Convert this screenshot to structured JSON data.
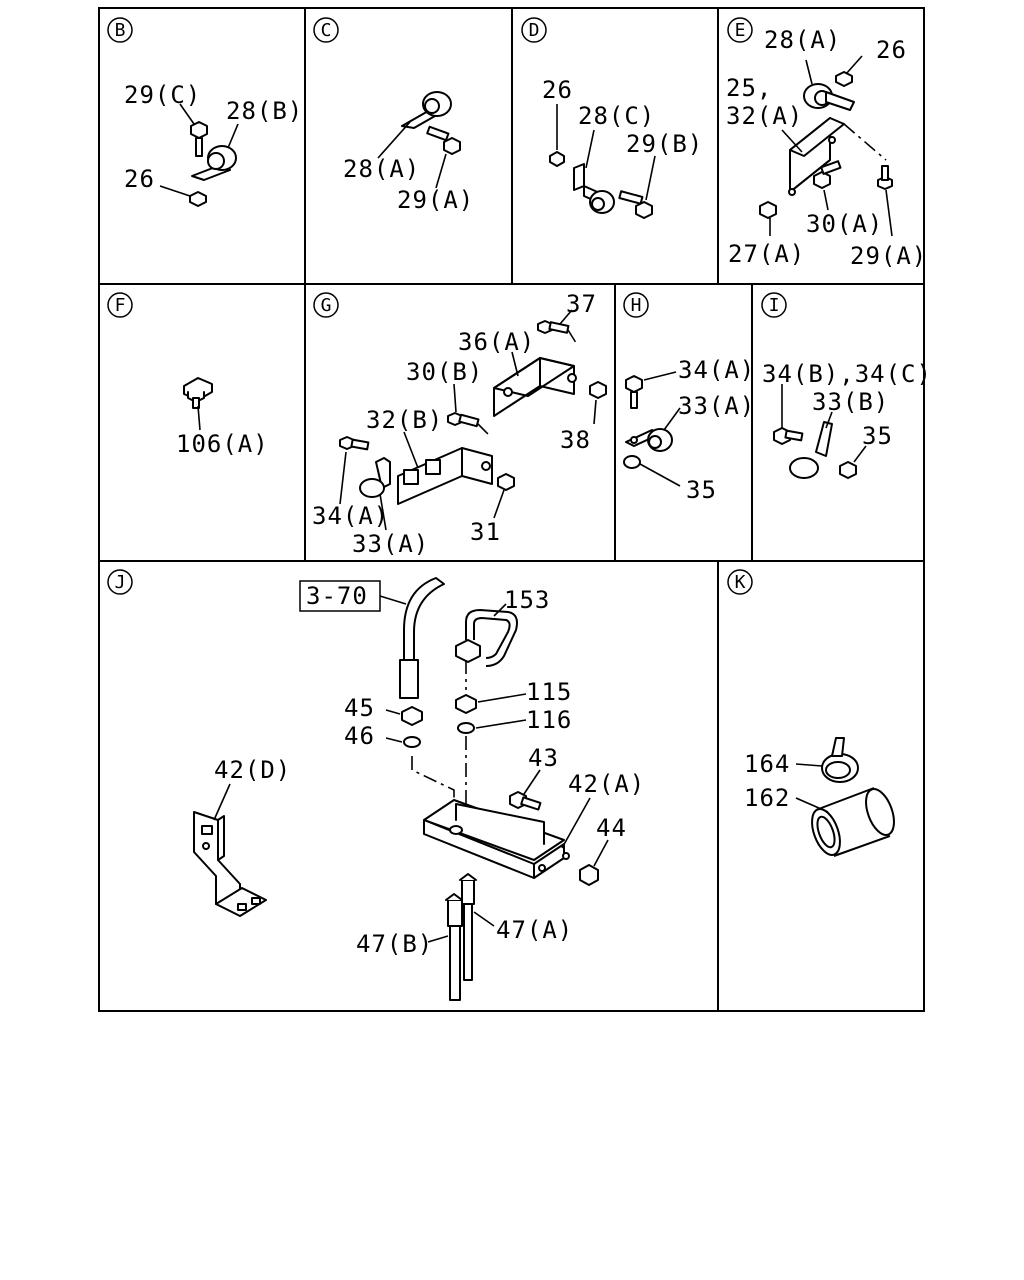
{
  "panels": [
    {
      "id": "B",
      "letter": "B",
      "labels": [
        "29(C)",
        "28(B)",
        "26"
      ]
    },
    {
      "id": "C",
      "letter": "C",
      "labels": [
        "28(A)",
        "29(A)"
      ]
    },
    {
      "id": "D",
      "letter": "D",
      "labels": [
        "26",
        "28(C)",
        "29(B)"
      ]
    },
    {
      "id": "E",
      "letter": "E",
      "labels": [
        "28(A)",
        "26",
        "25,",
        "32(A)",
        "30(A)",
        "27(A)",
        "29(A)"
      ]
    },
    {
      "id": "F",
      "letter": "F",
      "labels": [
        "106(A)"
      ]
    },
    {
      "id": "G",
      "letter": "G",
      "labels": [
        "37",
        "36(A)",
        "30(B)",
        "32(B)",
        "38",
        "34(A)",
        "33(A)",
        "31"
      ]
    },
    {
      "id": "H",
      "letter": "H",
      "labels": [
        "34(A)",
        "33(A)",
        "35"
      ]
    },
    {
      "id": "I",
      "letter": "I",
      "labels": [
        "34(B),34(C)",
        "33(B)",
        "35"
      ]
    },
    {
      "id": "J",
      "letter": "J",
      "labels": [
        "3-70",
        "153",
        "115",
        "116",
        "45",
        "46",
        "43",
        "42(A)",
        "42(D)",
        "44",
        "47(A)",
        "47(B)"
      ]
    },
    {
      "id": "K",
      "letter": "K",
      "labels": [
        "164",
        "162"
      ]
    }
  ],
  "colors": {
    "ink": "#000000",
    "paper": "#ffffff"
  }
}
